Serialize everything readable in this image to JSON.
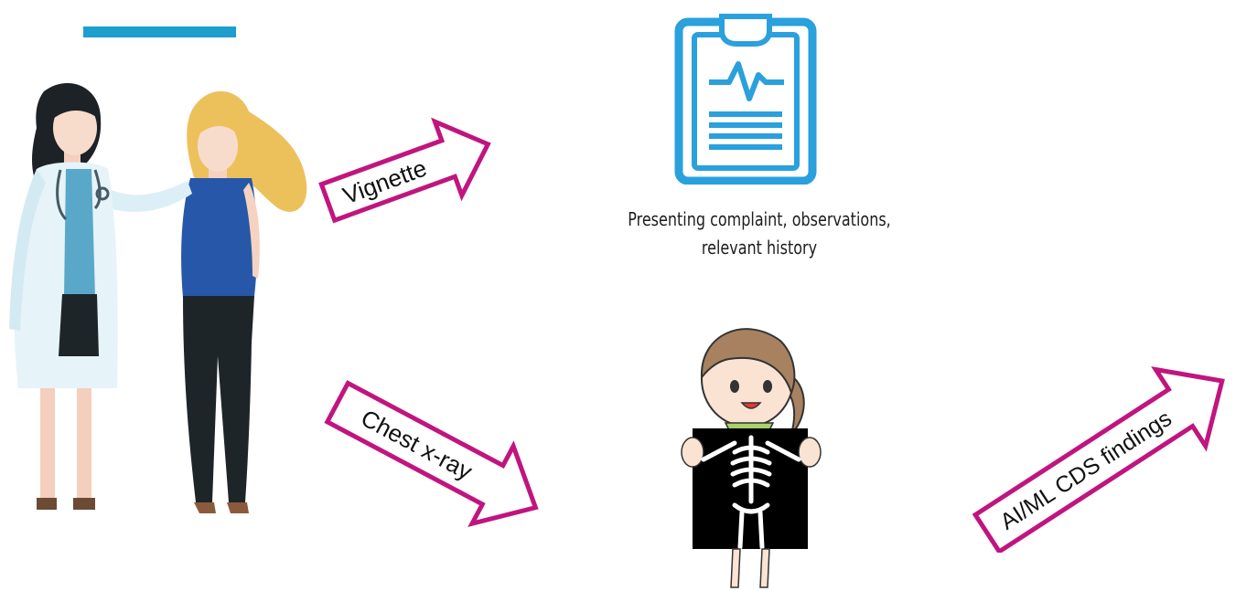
{
  "arrows": {
    "vignette": "Vignette",
    "chest_xray": "Chest x-ray",
    "ai_findings": "AI/ML CDS findings"
  },
  "caption": {
    "line1": "Presenting complaint, observations,",
    "line2": "relevant history"
  },
  "colors": {
    "accent_bar": "#1c9fcf",
    "arrow_outline": "#c0157f",
    "clipboard_icon": "#2aa0dc"
  },
  "icons": [
    "clipboard-heartbeat-icon",
    "doctor-patient-illustration",
    "child-chest-xray-illustration"
  ]
}
